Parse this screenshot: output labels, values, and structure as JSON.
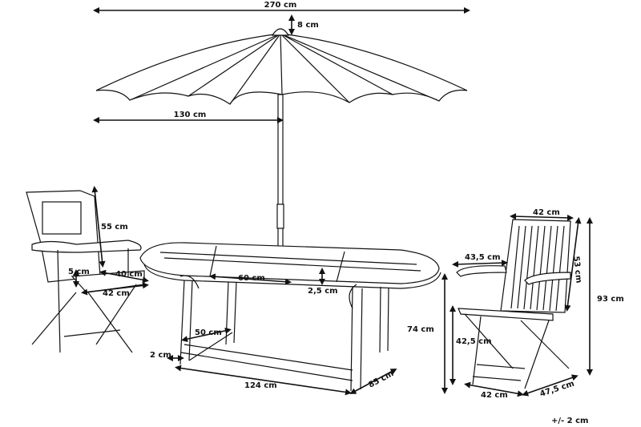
{
  "title": "",
  "colors": {
    "line": "#111111",
    "background": "#ffffff"
  },
  "umbrella": {
    "width": "270 cm",
    "top": "8 cm",
    "radius": "130 cm"
  },
  "left_chair": {
    "backrest_height": "55 cm",
    "cushion_thickness": "5 cm",
    "seat_depth": "40 cm",
    "seat_width": "42 cm"
  },
  "table": {
    "extension": "60 cm",
    "top_thickness": "2,5 cm",
    "height": "74 cm",
    "leg_span": "50 cm",
    "leg_thickness": "2 cm",
    "length": "124 cm",
    "width": "85 cm"
  },
  "right_chair": {
    "back_width": "42 cm",
    "arm_width": "43,5 cm",
    "back_height": "53 cm",
    "total_height": "93 cm",
    "seat_height": "42,5 cm",
    "base_width": "42 cm",
    "base_depth": "47,5 cm"
  },
  "tolerance": "+/- 2 cm"
}
